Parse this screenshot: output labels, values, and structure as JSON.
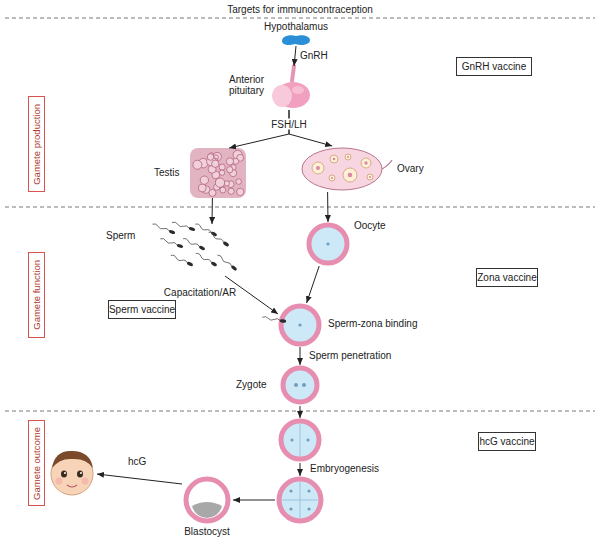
{
  "diagram": {
    "title": "Targets for immunocontraception",
    "nodes": [
      {
        "text": [
          "Hypothalamus"
        ]
      },
      {
        "text": [
          "GnRH vaccine"
        ]
      },
      {
        "text": [
          "Anterior pituitary"
        ]
      },
      {
        "text": [
          "Gamete production"
        ]
      },
      {
        "text": [
          "Testis"
        ]
      },
      {
        "text": [
          "Ovary"
        ]
      },
      {
        "text": [
          "Sperm"
        ]
      },
      {
        "text": [
          "Oocyte"
        ]
      },
      {
        "text": [
          "Zona vaccine"
        ]
      },
      {
        "text": [
          "Gamete function"
        ]
      },
      {
        "text": [
          "Sperm vaccine"
        ]
      },
      {
        "text": [
          "Sperm-zona binding"
        ]
      },
      {
        "text": [
          "Zygote"
        ]
      },
      {
        "text": [
          "hcG vaccine"
        ]
      },
      {
        "text": [
          "Gamete outcome"
        ]
      },
      {
        "text": [
          "Blastocyst"
        ]
      }
    ],
    "edges": [
      {
        "from": 0,
        "to": 2,
        "arrow": "to",
        "label": "GnRH"
      },
      {
        "from": 2,
        "to": 4,
        "arrow": "to",
        "label": "FSH/LH"
      },
      {
        "from": 2,
        "to": 5,
        "arrow": "to"
      },
      {
        "from": 4,
        "to": 6,
        "arrow": "to"
      },
      {
        "from": 5,
        "to": 7,
        "arrow": "to"
      },
      {
        "from": 6,
        "to": 11,
        "arrow": "to",
        "label": "Capacitation/AR"
      },
      {
        "from": 7,
        "to": 11,
        "arrow": "to"
      },
      {
        "from": 11,
        "to": 12,
        "arrow": "to",
        "label": "Sperm penetration"
      }
    ],
    "labels": [
      "Embryogenesis",
      "hcG"
    ]
  }
}
